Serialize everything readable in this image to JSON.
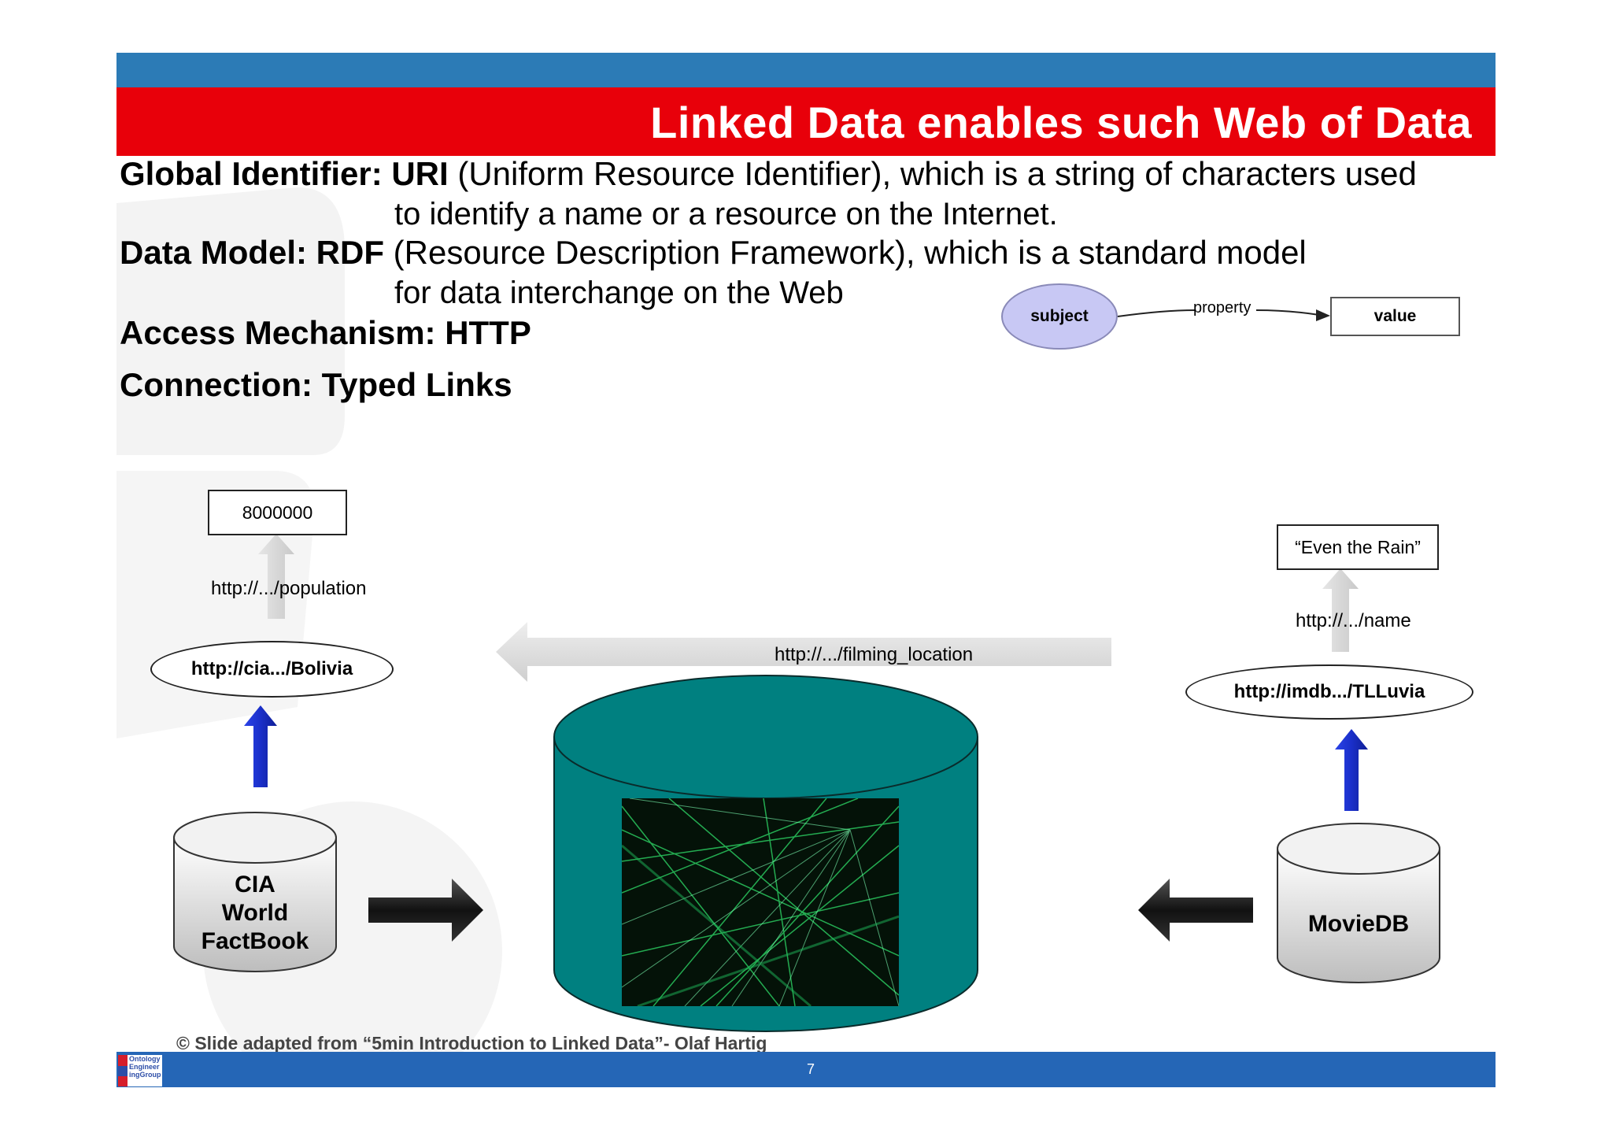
{
  "slide": {
    "title": "Linked Data enables such Web of Data",
    "page_number": "7",
    "footer_credit": "© Slide adapted from “5min Introduction to Linked Data”- Olaf Hartig",
    "logo_text": [
      "Ontology",
      "Engineer",
      "ingGroup"
    ],
    "colors": {
      "top_bar": "#2c7bb6",
      "title_bar": "#e8000a",
      "bottom_bar": "#2566b6",
      "central_db": "#008080",
      "subject_node": "#c8c8f4",
      "link_arrow": "#1f35d6"
    }
  },
  "bullets": [
    {
      "label": "Global Identifier: URI",
      "text": "(Uniform Resource Identifier), which is a string of characters used",
      "continuation": "to identify a name or a resource on the Internet."
    },
    {
      "label": "Data Model: RDF",
      "text": "(Resource Description Framework), which is a standard model",
      "continuation": "for data interchange on the Web"
    },
    {
      "label": "Access Mechanism: HTTP",
      "text": "",
      "continuation": ""
    },
    {
      "label": "Connection: Typed Links",
      "text": "",
      "continuation": ""
    }
  ],
  "rdf_mini": {
    "subject": "subject",
    "property": "property",
    "value": "value"
  },
  "diagram": {
    "left": {
      "value": "8000000",
      "predicate": "http://.../population",
      "resource": "http://cia.../Bolivia",
      "database": [
        "CIA",
        "World",
        "FactBook"
      ]
    },
    "center": {
      "link_predicate": "http://.../filming_location"
    },
    "right": {
      "value": "“Even the Rain”",
      "predicate": "http://.../name",
      "resource": "http://imdb.../TLLuvia",
      "database": "MovieDB"
    }
  }
}
